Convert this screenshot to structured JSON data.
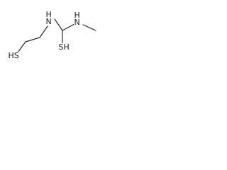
{
  "structure": {
    "atoms": [
      {
        "label": "HS"
      },
      {
        "label": "N",
        "sub": "H"
      },
      {
        "label": "SH"
      },
      {
        "label": "N",
        "sub": "H"
      }
    ]
  },
  "colors": {
    "bond": "#2a2a2a",
    "label": "#1c1c1c",
    "background": "#ffffff"
  }
}
